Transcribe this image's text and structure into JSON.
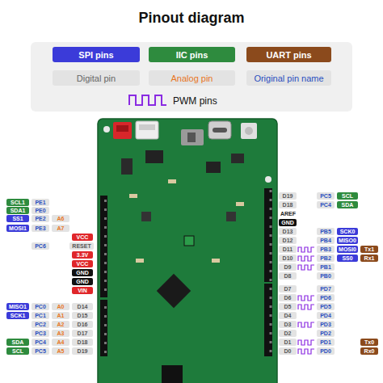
{
  "diagram": {
    "title": "Pinout diagram",
    "labels": [
      "SCL1",
      "PE1",
      "SDA1",
      "PE0",
      "SS1",
      "PE2",
      "A6",
      "MOSI1",
      "PE3",
      "A7",
      "VCC",
      "PC6",
      "RESET",
      "3.3V",
      "VCC",
      "GND",
      "GND",
      "VIN",
      "MISO1",
      "PC0",
      "A0",
      "D14",
      "SCK1",
      "PC1",
      "A1",
      "D15",
      "PC2",
      "A2",
      "D16",
      "PC3",
      "A3",
      "D17",
      "SDA",
      "PC4",
      "A4",
      "D18",
      "SCL",
      "PC5",
      "A5",
      "D19",
      "D19",
      "PC5",
      "SCL",
      "D18",
      "PC4",
      "SDA",
      "AREF",
      "GND",
      "D13",
      "PB5",
      "SCK0",
      "D12",
      "PB4",
      "MISO0",
      "D11",
      "PB3",
      "MOSI0",
      "Tx1",
      "D10",
      "PB2",
      "SS0",
      "Rx1",
      "D9",
      "PB1",
      "D8",
      "PB0",
      "D7",
      "PD7",
      "D6",
      "PD6",
      "D5",
      "PD5",
      "D4",
      "PD4",
      "D3",
      "PD3",
      "D2",
      "PD2",
      "D1",
      "PD1",
      "Tx0",
      "D0",
      "PD0",
      "Rx0"
    ],
    "legend": [
      {
        "text": "SPI pins",
        "color": "#3b3bd9"
      },
      {
        "text": "IIC pins",
        "color": "#2e8b3e"
      },
      {
        "text": "UART pins",
        "color": "#8b4a1c"
      },
      {
        "text": "Digital pin",
        "color": "#e3e3e3"
      },
      {
        "text": "Analog pin",
        "color": "#e3e3e3"
      },
      {
        "text": "Original pin name",
        "color": "#e3e3e3"
      },
      {
        "text": "PWM pins"
      }
    ]
  }
}
